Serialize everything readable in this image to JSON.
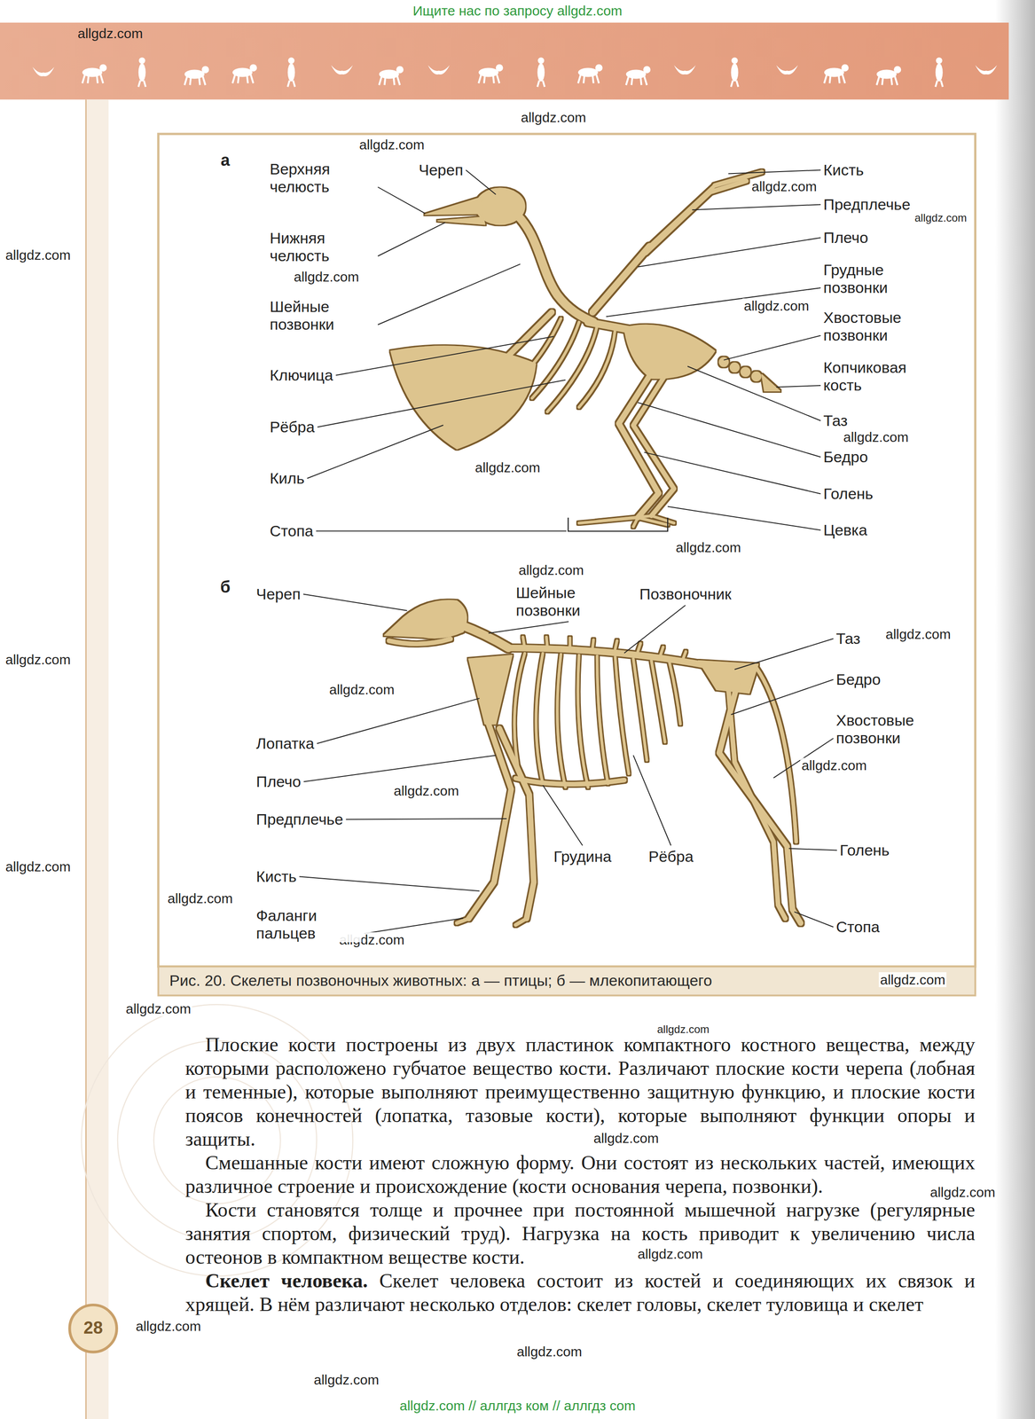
{
  "diagram": {
    "caption": "Рис. 20. Скелеты позвоночных животных: а — птицы; б — млекопитающего",
    "labels": [
      "Ищите нас по запросу allgdz.com",
      "allgdz.com",
      "allgdz.com",
      "allgdz.com",
      "allgdz.com",
      "allgdz.com",
      "allgdz.com",
      "allgdz.com",
      "allgdz.com",
      "allgdz.com",
      "allgdz.com",
      "allgdz.com",
      "allgdz.com",
      "allgdz.com",
      "allgdz.com",
      "allgdz.com",
      "allgdz.com",
      "allgdz.com",
      "allgdz.com",
      "allgdz.com",
      "allgdz.com",
      "allgdz.com",
      "allgdz.com",
      "allgdz.com",
      "allgdz.com",
      "allgdz.com",
      "allgdz.com",
      "allgdz.com",
      "allgdz.com",
      "allgdz.com",
      "allgdz.com // аллгдз ком // аллгдз com",
      "а",
      "Верхняя челюсть",
      "Череп",
      "Нижняя челюсть",
      "Шейные позвонки",
      "Ключица",
      "Рёбра",
      "Киль",
      "Стопа",
      "Кисть",
      "Предплечье",
      "Плечо",
      "Грудные позвонки",
      "Хвостовые позвонки",
      "Копчиковая кость",
      "Таз",
      "Бедро",
      "Голень",
      "Цевка",
      "б",
      "Череп",
      "Шейные позвонки",
      "Позвоночник",
      "Таз",
      "Бедро",
      "Хвостовые позвонки",
      "Лопатка",
      "Плечо",
      "Предплечье",
      "Грудина",
      "Рёбра",
      "Голень",
      "Кисть",
      "Фаланги пальцев",
      "Стопа",
      "Плоские кости построены из двух пластинок компактного костного вещества, между которыми расположено губчатое вещество кости. Различают плоские кости черепа (лобная и теменные), которые выполняют преимущественно защитную функцию, и плоские кости поясов конечностей (лопатка, тазовые кости), которые выполняют функции опоры и защиты.",
      "Смешанные кости имеют сложную форму. Они состоят из нескольких частей, имеющих различное строение и происхождение (кости основания черепа, позвонки).",
      "Кости становятся толще и прочнее при постоянной мышечной нагрузке (регулярные занятия спортом, физический труд). Нагрузка на кость приводит к увеличению числа остеонов в компактном веществе кости.",
      "Скелет человека.",
      "Скелет человека состоит из костей и соединяющих их связок и хрящей. В нём различают несколько отделов: скелет головы, скелет туловища и скелет",
      "28"
    ]
  }
}
